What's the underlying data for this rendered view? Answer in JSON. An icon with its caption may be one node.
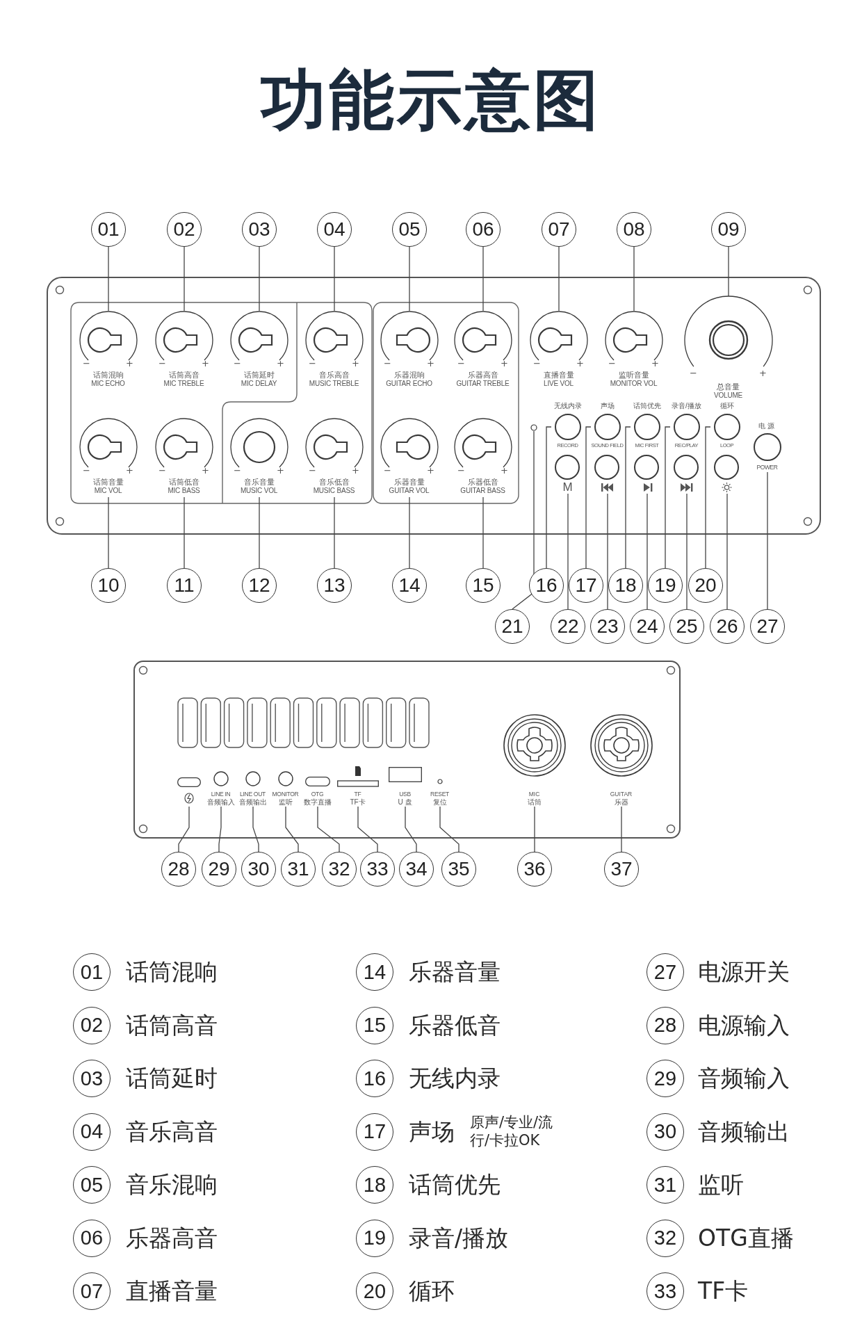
{
  "diagram": {
    "title": "功能示意图",
    "nodes": [
      {
        "text": [
          "01"
        ]
      },
      {
        "text": [
          "02"
        ]
      },
      {
        "text": [
          "03"
        ]
      },
      {
        "text": [
          "04"
        ]
      },
      {
        "text": [
          "05"
        ]
      },
      {
        "text": [
          "06"
        ]
      },
      {
        "text": [
          "07"
        ]
      },
      {
        "text": [
          "08"
        ]
      },
      {
        "text": [
          "09"
        ]
      },
      {
        "text": [],
        "shape": "box"
      },
      {
        "text": [
          "−",
          "+",
          "话筒混响",
          "MIC ECHO"
        ],
        "in": 9
      },
      {
        "text": [
          "−",
          "+",
          "话筒高音",
          "MIC TREBLE"
        ],
        "in": 9
      },
      {
        "text": [
          "−",
          "+",
          "话筒延时",
          "MIC DELAY"
        ],
        "in": 9
      },
      {
        "text": [
          "−",
          "+",
          "音乐高音",
          "MUSIC TREBLE"
        ],
        "in": 9
      },
      {
        "text": [
          "−",
          "+",
          "乐器混响",
          "GUITAR ECHO"
        ],
        "in": 9
      },
      {
        "text": [
          "−",
          "+",
          "乐器高音",
          "GUITAR TREBLE"
        ],
        "in": 9
      },
      {
        "text": [
          "−",
          "+",
          "直播音量",
          "LIVE VOL"
        ],
        "in": 9
      },
      {
        "text": [
          "−",
          "+",
          "监听音量",
          "MONITOR VOL"
        ],
        "in": 9
      },
      {
        "text": [
          "−",
          "+",
          "总音量",
          "VOLUME"
        ],
        "in": 9
      },
      {
        "text": [
          "−",
          "+",
          "话筒音量",
          "MIC VOL"
        ],
        "in": 9
      },
      {
        "text": [
          "−",
          "+",
          "话筒低音",
          "MIC BASS"
        ],
        "in": 9
      },
      {
        "text": [
          "−",
          "+",
          "音乐音量",
          "MUSIC VOL"
        ],
        "in": 9
      },
      {
        "text": [
          "−",
          "+",
          "音乐低音",
          "MUSIC BASS"
        ],
        "in": 9
      },
      {
        "text": [
          "−",
          "+",
          "乐器音量",
          "GUITAR VOL"
        ],
        "in": 9
      },
      {
        "text": [
          "−",
          "+",
          "乐器低音",
          "GUITAR BASS"
        ],
        "in": 9
      },
      {
        "text": [],
        "shape": "circle",
        "in": 9
      },
      {
        "text": [
          "无线内录",
          "RECORD"
        ],
        "in": 9
      },
      {
        "text": [
          "声场",
          "SOUND FIELD"
        ],
        "in": 9
      },
      {
        "text": [
          "话筒优先",
          "MIC FIRST"
        ],
        "in": 9
      },
      {
        "text": [
          "录音/播放",
          "REC/PLAY"
        ],
        "in": 9
      },
      {
        "text": [
          "循环",
          "LOOP"
        ],
        "in": 9
      },
      {
        "text": [
          "M"
        ],
        "in": 9
      },
      {
        "text": [],
        "shape": "circle",
        "in": 9
      },
      {
        "text": [],
        "shape": "circle",
        "in": 9
      },
      {
        "text": [],
        "shape": "circle",
        "in": 9
      },
      {
        "text": [],
        "shape": "circle",
        "in": 9
      },
      {
        "text": [
          "电源",
          "POWER"
        ],
        "in": 9
      },
      {
        "text": [
          "10"
        ]
      },
      {
        "text": [
          "11"
        ]
      },
      {
        "text": [
          "12"
        ]
      },
      {
        "text": [
          "13"
        ]
      },
      {
        "text": [
          "14"
        ]
      },
      {
        "text": [
          "15"
        ]
      },
      {
        "text": [
          "16"
        ]
      },
      {
        "text": [
          "17"
        ]
      },
      {
        "text": [
          "18"
        ]
      },
      {
        "text": [
          "19"
        ]
      },
      {
        "text": [
          "20"
        ]
      },
      {
        "text": [
          "21"
        ]
      },
      {
        "text": [
          "22"
        ]
      },
      {
        "text": [
          "23"
        ]
      },
      {
        "text": [
          "24"
        ]
      },
      {
        "text": [
          "25"
        ]
      },
      {
        "text": [
          "26"
        ]
      },
      {
        "text": [
          "27"
        ]
      },
      {
        "text": [],
        "shape": "box"
      },
      {
        "text": [],
        "shape": "box",
        "in": 55
      },
      {
        "text": [
          "LINE IN",
          "音频输入"
        ],
        "in": 55
      },
      {
        "text": [
          "LINE OUT",
          "音频输出"
        ],
        "in": 55
      },
      {
        "text": [
          "MONITOR",
          "监听"
        ],
        "in": 55
      },
      {
        "text": [
          "OTG",
          "数字直播"
        ],
        "in": 55
      },
      {
        "text": [
          "TF",
          "TF卡"
        ],
        "in": 55
      },
      {
        "text": [
          "USB",
          "U 盘"
        ],
        "in": 55
      },
      {
        "text": [
          "RESET",
          "复位"
        ],
        "in": 55
      },
      {
        "text": [
          "MIC",
          "话筒"
        ],
        "in": 55
      },
      {
        "text": [
          "GUITAR",
          "乐器"
        ],
        "in": 55
      },
      {
        "text": [
          "28"
        ]
      },
      {
        "text": [
          "29"
        ]
      },
      {
        "text": [
          "30"
        ]
      },
      {
        "text": [
          "31"
        ]
      },
      {
        "text": [
          "32"
        ]
      },
      {
        "text": [
          "33"
        ]
      },
      {
        "text": [
          "34"
        ]
      },
      {
        "text": [
          "35"
        ]
      },
      {
        "text": [
          "36"
        ]
      },
      {
        "text": [
          "37"
        ]
      }
    ],
    "edges": [
      {
        "from": 0,
        "to": 10,
        "arrow": "none"
      },
      {
        "from": 1,
        "to": 11,
        "arrow": "none"
      },
      {
        "from": 2,
        "to": 12,
        "arrow": "none"
      },
      {
        "from": 3,
        "to": 13,
        "arrow": "none"
      },
      {
        "from": 4,
        "to": 14,
        "arrow": "none"
      },
      {
        "from": 5,
        "to": 15,
        "arrow": "none"
      },
      {
        "from": 6,
        "to": 16,
        "arrow": "none"
      },
      {
        "from": 7,
        "to": 17,
        "arrow": "none"
      },
      {
        "from": 8,
        "to": 18,
        "arrow": "none"
      },
      {
        "from": 37,
        "to": 19,
        "arrow": "none"
      },
      {
        "from": 38,
        "to": 20,
        "arrow": "none"
      },
      {
        "from": 39,
        "to": 21,
        "arrow": "none"
      },
      {
        "from": 40,
        "to": 22,
        "arrow": "none"
      },
      {
        "from": 41,
        "to": 23,
        "arrow": "none"
      },
      {
        "from": 42,
        "to": 24,
        "arrow": "none"
      },
      {
        "from": 43,
        "to": 26,
        "arrow": "none"
      },
      {
        "from": 44,
        "to": 27,
        "arrow": "none"
      },
      {
        "from": 45,
        "to": 28,
        "arrow": "none"
      },
      {
        "from": 46,
        "to": 29,
        "arrow": "none"
      },
      {
        "from": 47,
        "to": 30,
        "arrow": "none"
      },
      {
        "from": 48,
        "to": 25,
        "arrow": "none"
      },
      {
        "from": 49,
        "to": 31,
        "arrow": "none"
      },
      {
        "from": 50,
        "to": 32,
        "arrow": "none"
      },
      {
        "from": 51,
        "to": 33,
        "arrow": "none"
      },
      {
        "from": 52,
        "to": 34,
        "arrow": "none"
      },
      {
        "from": 53,
        "to": 35,
        "arrow": "none"
      },
      {
        "from": 54,
        "to": 36,
        "arrow": "none"
      },
      {
        "from": 66,
        "to": 56,
        "arrow": "none"
      },
      {
        "from": 67,
        "to": 57,
        "arrow": "none"
      },
      {
        "from": 68,
        "to": 58,
        "arrow": "none"
      },
      {
        "from": 69,
        "to": 59,
        "arrow": "none"
      },
      {
        "from": 70,
        "to": 60,
        "arrow": "none"
      },
      {
        "from": 71,
        "to": 61,
        "arrow": "none"
      },
      {
        "from": 72,
        "to": 62,
        "arrow": "none"
      },
      {
        "from": 73,
        "to": 63,
        "arrow": "none"
      },
      {
        "from": 74,
        "to": 64,
        "arrow": "none"
      },
      {
        "from": 75,
        "to": 65,
        "arrow": "none"
      }
    ],
    "labels": [
      "01",
      "话筒混响",
      "14",
      "乐器音量",
      "27",
      "电源开关",
      "02",
      "话筒高音",
      "15",
      "乐器低音",
      "28",
      "电源输入",
      "03",
      "话筒延时",
      "16",
      "无线内录",
      "29",
      "音频输入",
      "04",
      "音乐高音",
      "17",
      "声场",
      "原声/专业/流行/卡拉OK",
      "30",
      "音频输出",
      "05",
      "音乐混响",
      "18",
      "话筒优先",
      "31",
      "监听",
      "06",
      "乐器高音",
      "19",
      "录音/播放",
      "32",
      "OTG直播",
      "07",
      "直播音量",
      "20",
      "循环",
      "33",
      "TF卡"
    ]
  }
}
